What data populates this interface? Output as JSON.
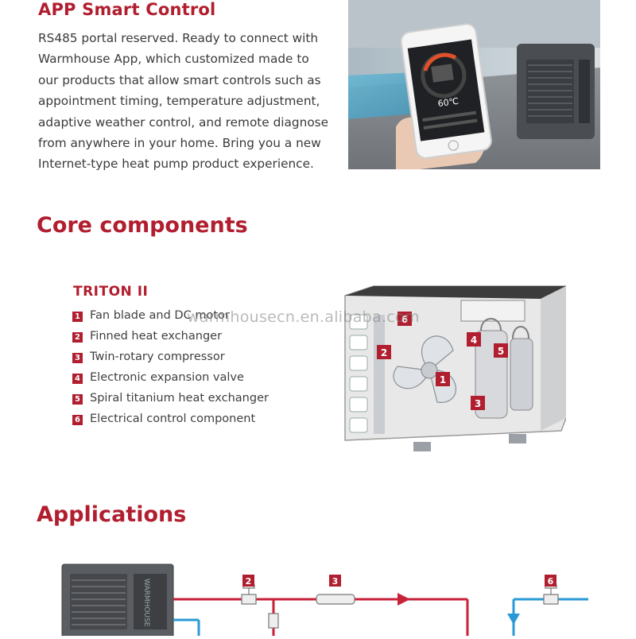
{
  "app_section": {
    "heading": "APP Smart Control",
    "lines": [
      "RS485 portal reserved. Ready to connect with",
      "Warmhouse App, which customized made to",
      "our products that allow smart controls such as",
      "appointment timing, temperature adjustment,",
      "adaptive weather control, and remote diagnose",
      "from anywhere in your home. Bring you a new",
      "Internet-type heat pump product experience."
    ],
    "phone_temperature": "60℃"
  },
  "core_section": {
    "heading": "Core components",
    "model": "TRITON II",
    "components": [
      {
        "num": "1",
        "label": "Fan blade and DC motor"
      },
      {
        "num": "2",
        "label": "Finned heat exchanger"
      },
      {
        "num": "3",
        "label": "Twin-rotary compressor"
      },
      {
        "num": "4",
        "label": "Electronic expansion valve"
      },
      {
        "num": "5",
        "label": "Spiral titanium heat exchanger"
      },
      {
        "num": "6",
        "label": "Electrical control component"
      }
    ],
    "watermark": "warmhousecn.en.alibaba.com"
  },
  "applications_section": {
    "heading": "Applications",
    "unit_brand": "WARMHOUSE",
    "markers": [
      "2",
      "3",
      "6"
    ]
  },
  "colors": {
    "accent": "#b11e2f",
    "text": "#3a3a3a",
    "pipe_hot": "#c8223a",
    "pipe_cold": "#2a9ad6"
  }
}
